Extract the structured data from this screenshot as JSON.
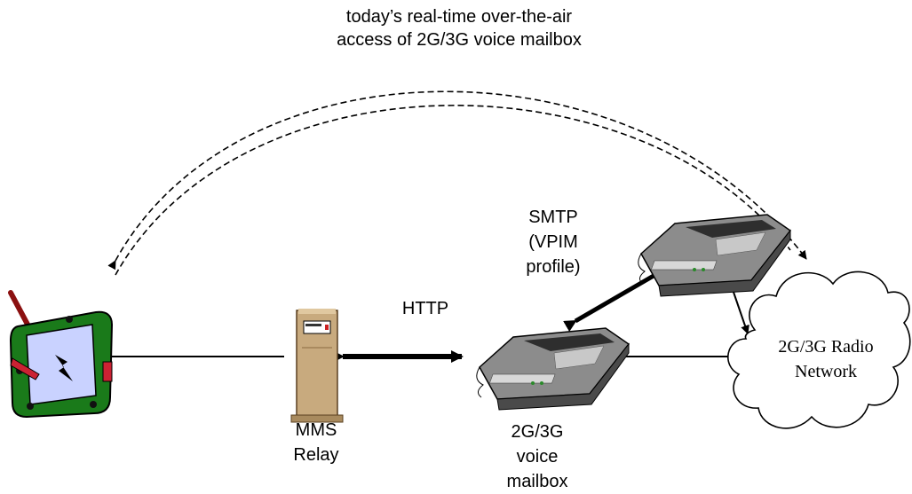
{
  "caption": {
    "line1": "today’s real-time over-the-air",
    "line2": "access of 2G/3G voice mailbox"
  },
  "labels": {
    "http": "HTTP",
    "smtp": "SMTP",
    "vpim": "(VPIM",
    "profile": "profile)",
    "mms": "MMS",
    "relay": "Relay",
    "vm_line1": "2G/3G",
    "vm_line2": "voice",
    "vm_line3": "mailbox",
    "network_line1": "2G/3G Radio",
    "network_line2": "Network"
  },
  "icons": [
    "pda-icon",
    "mms-relay-server-icon",
    "voice-mailbox-phone-icon",
    "cloud-icon"
  ]
}
